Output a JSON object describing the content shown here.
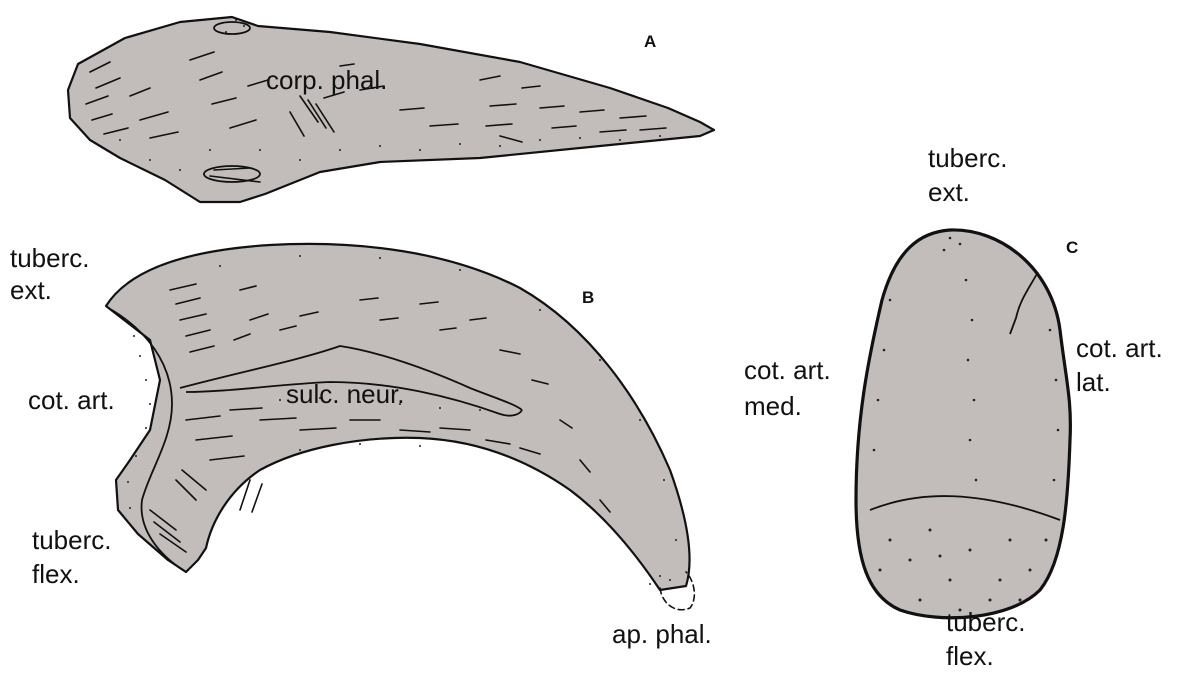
{
  "panels": {
    "a": {
      "letter": "A",
      "labels": {
        "corp_phal": "corp. phal."
      }
    },
    "b": {
      "letter": "B",
      "labels": {
        "tuberc_ext": [
          "tuberc.",
          "ext."
        ],
        "cot_art": "cot. art.",
        "sulc_neur": "sulc. neur.",
        "tuberc_flex": [
          "tuberc.",
          "flex."
        ],
        "ap_phal": "ap. phal."
      }
    },
    "c": {
      "letter": "C",
      "labels": {
        "tuberc_ext": [
          "tuberc.",
          "ext."
        ],
        "cot_art_med": [
          "cot. art.",
          "med."
        ],
        "cot_art_lat": [
          "cot. art.",
          "lat."
        ],
        "tuberc_flex": [
          "tuberc.",
          "flex."
        ]
      }
    }
  },
  "colors": {
    "bone_fill": "#c2bcbb",
    "ink": "#111111",
    "background": "#ffffff"
  }
}
